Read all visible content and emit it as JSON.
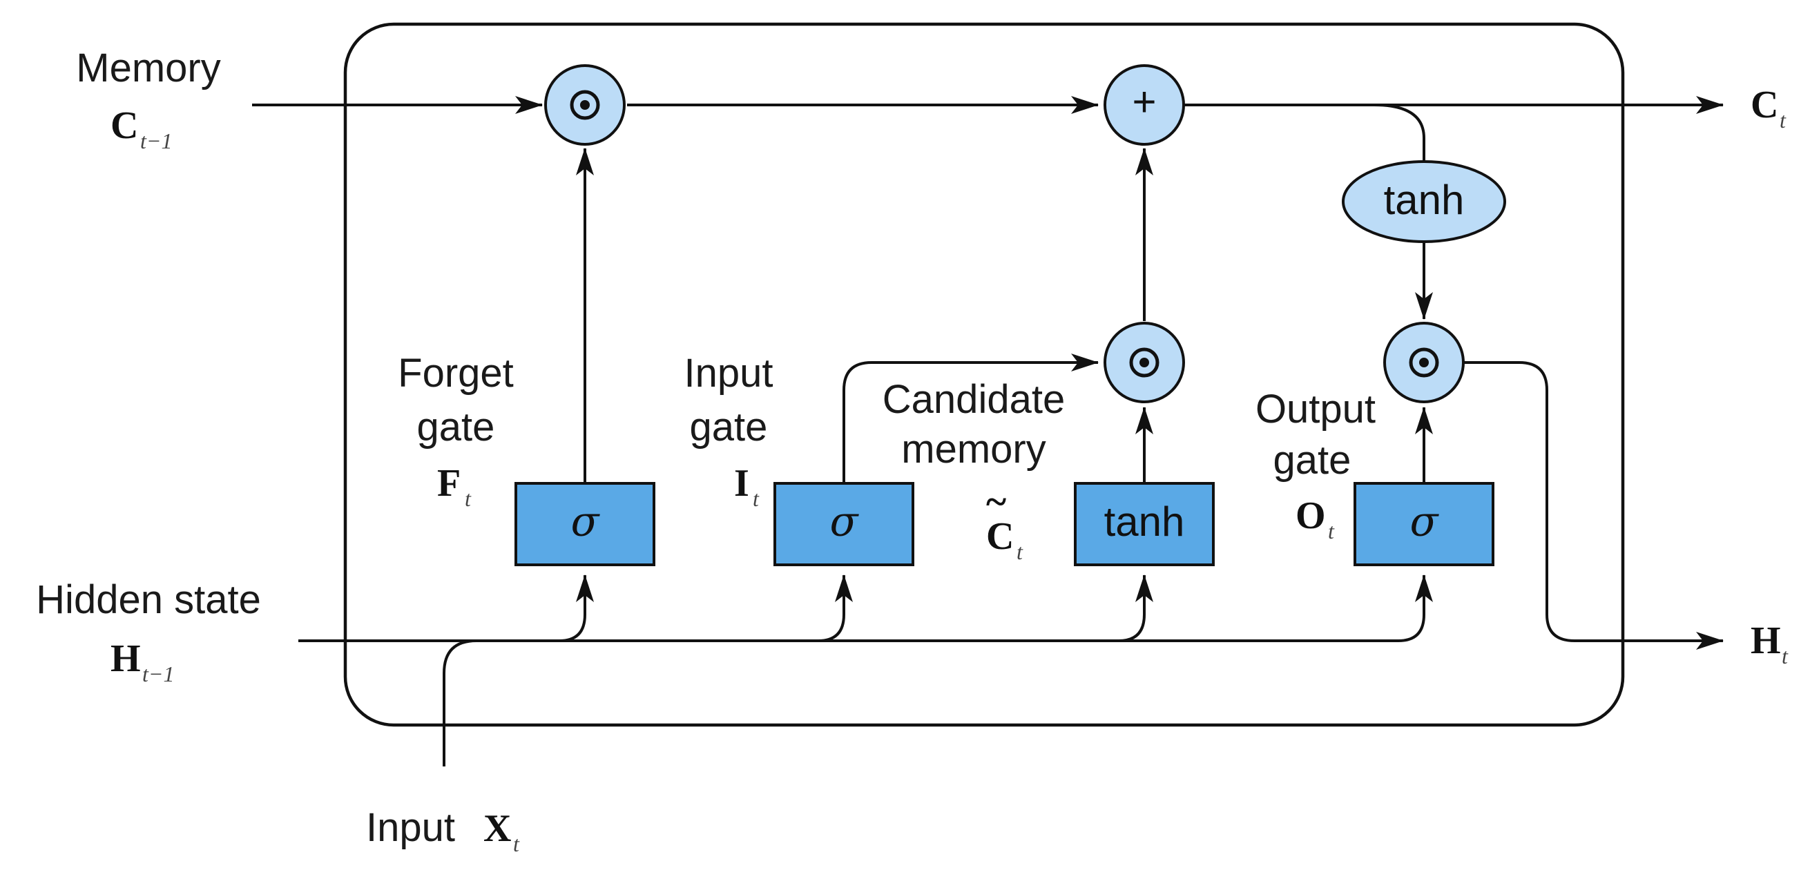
{
  "diagram": {
    "memory_in": {
      "label": "Memory",
      "symbol": "C",
      "sub": "t−1"
    },
    "memory_out": {
      "symbol": "C",
      "sub": "t"
    },
    "hidden_in": {
      "label": "Hidden state",
      "symbol": "H",
      "sub": "t−1"
    },
    "hidden_out": {
      "symbol": "H",
      "sub": "t"
    },
    "input": {
      "label": "Input",
      "symbol": "X",
      "sub": "t"
    },
    "forget_gate": {
      "line1": "Forget",
      "line2": "gate",
      "symbol": "F",
      "sub": "t",
      "func": "σ"
    },
    "input_gate": {
      "line1": "Input",
      "line2": "gate",
      "symbol": "I",
      "sub": "t",
      "func": "σ"
    },
    "candidate": {
      "line1": "Candidate",
      "line2": "memory",
      "symbol": "C",
      "tilde": "~",
      "sub": "t",
      "func": "tanh"
    },
    "output_gate": {
      "line1": "Output",
      "line2": "gate",
      "symbol": "O",
      "sub": "t",
      "func": "σ"
    },
    "output_tanh": "tanh",
    "plus_op": "+"
  },
  "colors": {
    "gate_fill": "#5aa9e6",
    "op_fill": "#bcdcf7",
    "stroke": "#111111"
  }
}
